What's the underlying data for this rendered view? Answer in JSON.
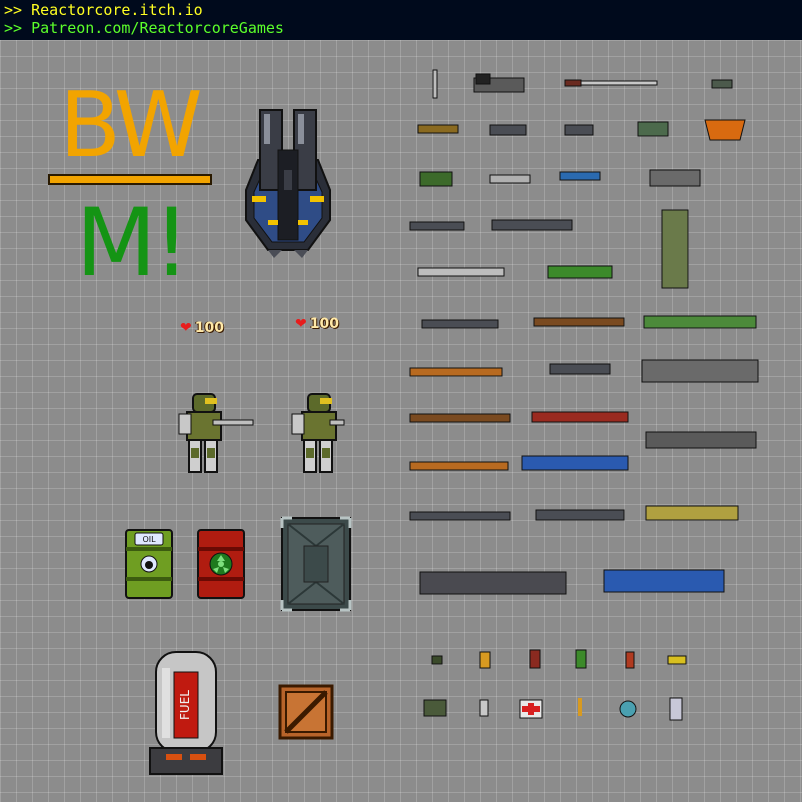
{
  "header": {
    "line1": ">> Reactorcore.itch.io",
    "line2": ">> Patreon.com/ReactorcoreGames"
  },
  "logo": {
    "top": "BW",
    "bottom": "M!"
  },
  "hud": [
    {
      "icon": "heart-icon",
      "value": "100"
    },
    {
      "icon": "heart-icon",
      "value": "100"
    }
  ],
  "barrels": [
    {
      "label": "OIL"
    },
    {
      "label": ""
    }
  ],
  "fuel_tank": {
    "label": "FUEL"
  },
  "colors": {
    "header_bg": "#000a1c",
    "header_line1": "#ffff22",
    "header_line2": "#5cff2a",
    "logo_orange": "#f2a400",
    "logo_green": "#149414",
    "grid_bg": "#8c8c8c"
  }
}
